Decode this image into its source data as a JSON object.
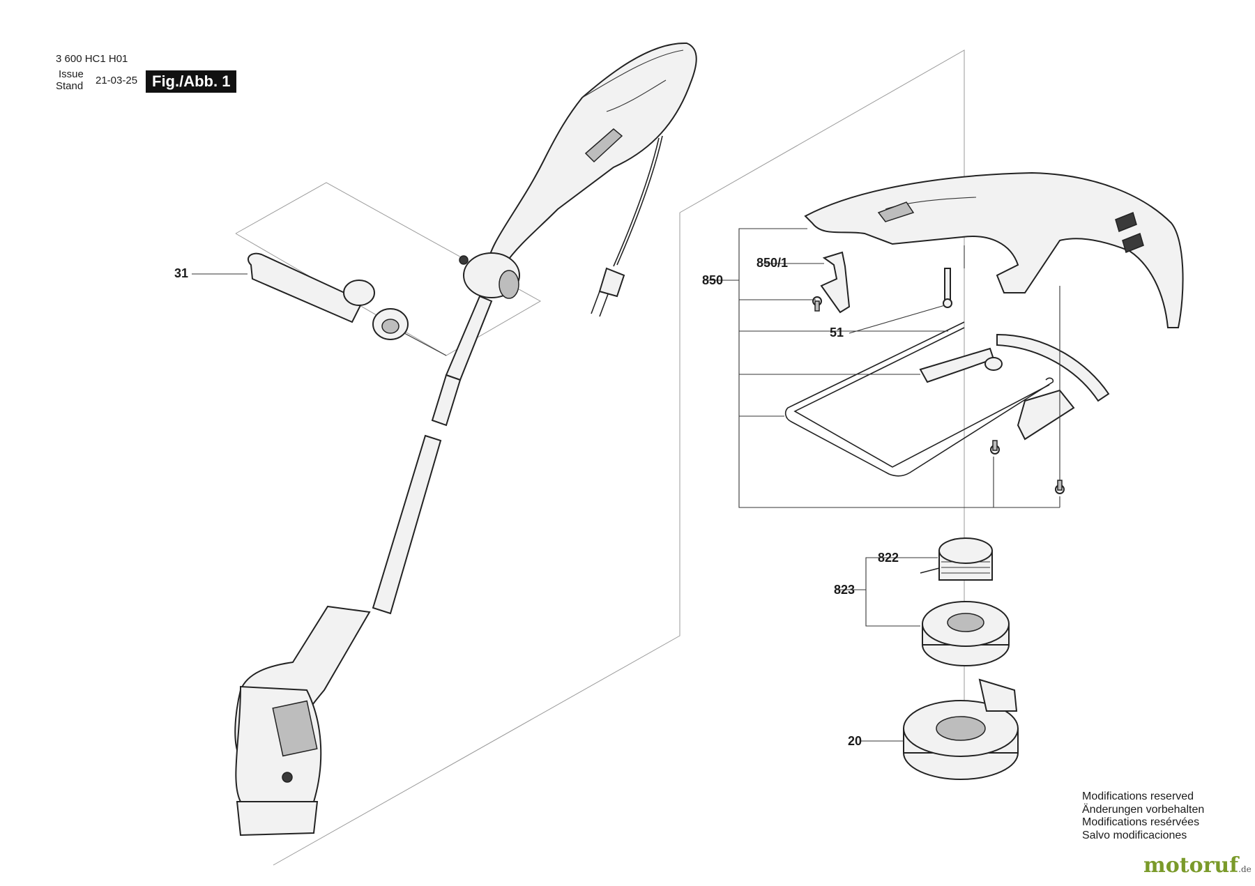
{
  "header": {
    "doc_number": "3 600 HC1 H01",
    "issue_label": "Issue",
    "stand_label": "Stand",
    "issue_date": "21-03-25",
    "figure_label": "Fig./Abb. 1"
  },
  "callouts": {
    "c31": "31",
    "c850_1": "850/1",
    "c850": "850",
    "c51": "51",
    "c822": "822",
    "c823": "823",
    "c20": "20"
  },
  "notes": [
    "Modifications reserved",
    "Änderungen vorbehalten",
    "Modifications resérvées",
    "Salvo modificaciones"
  ],
  "watermark": {
    "brand": "motoruf",
    "tld": ".de"
  },
  "colors": {
    "line": "#222222",
    "brand_green": "#7a9a2a"
  }
}
